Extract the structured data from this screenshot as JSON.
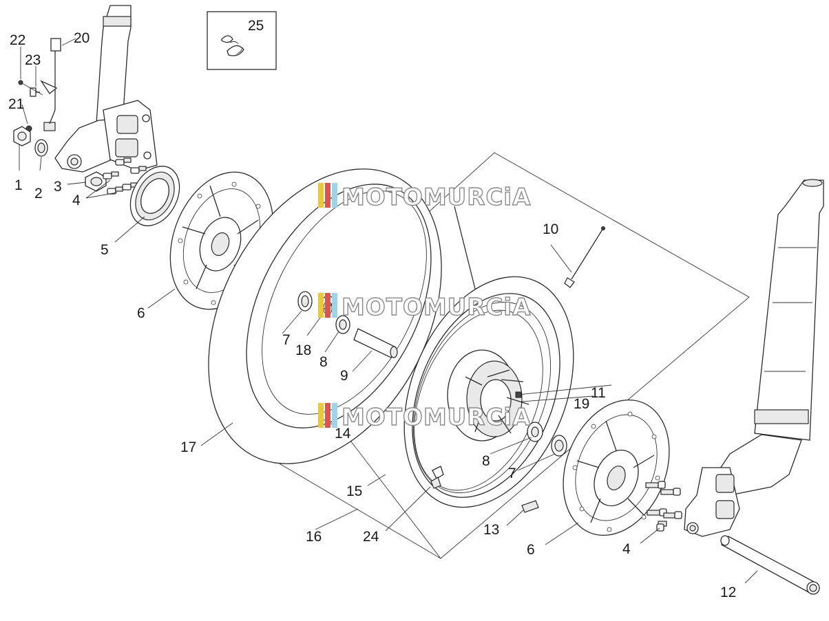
{
  "watermark": {
    "text": "MOTOMURCiA",
    "stripe_colors": [
      "#e8c93a",
      "#d9534f",
      "#9fd3e6"
    ]
  },
  "inset_label": "25",
  "callouts": {
    "c1": "1",
    "c2": "2",
    "c3": "3",
    "c4a": "4",
    "c4b": "4",
    "c5": "5",
    "c6a": "6",
    "c6b": "6",
    "c7a": "7",
    "c7b": "7",
    "c8a": "8",
    "c8b": "8",
    "c9": "9",
    "c10": "10",
    "c11": "11",
    "c12": "12",
    "c13": "13",
    "c14": "14",
    "c15": "15",
    "c16": "16",
    "c17": "17",
    "c18": "18",
    "c19": "19",
    "c20": "20",
    "c21": "21",
    "c22": "22",
    "c23": "23",
    "c24": "24"
  }
}
